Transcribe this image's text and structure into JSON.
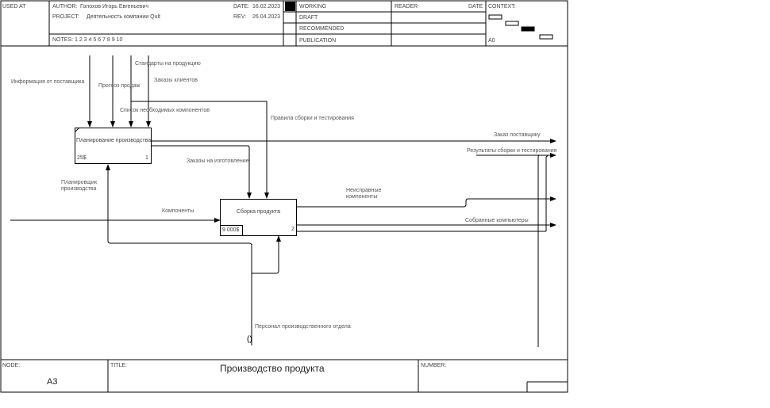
{
  "header": {
    "used_at": "USED AT",
    "author_label": "AUTHOR:",
    "author": "Голохов Игорь Евгеньевич",
    "project_label": "PROJECT:",
    "project": "Деятельность компании Qult",
    "date_label": "DATE:",
    "date": "16.02.2023",
    "rev_label": "REV:",
    "rev": "26.04.2023",
    "notes": "NOTES:  1  2  3  4  5  6  7  8  9  10",
    "status": [
      "WORKING",
      "DRAFT",
      "RECOMMENDED",
      "PUBLICATION"
    ],
    "reader_label": "READER",
    "reader_date_label": "DATE",
    "context_label": "CONTEXT:",
    "context_node": "A0"
  },
  "boxes": {
    "planning": {
      "title": "Планирование производства",
      "cost": "25$",
      "num": "1"
    },
    "assembly": {
      "title": "Сборка продукта",
      "cost": "9 000$",
      "num": "2"
    }
  },
  "arrows": {
    "supplier_info": "Информация от поставщика",
    "sales_forecast": "Прогноз продаж",
    "product_standards": "Стандарты на продукцию",
    "client_orders": "Заказы клиентов",
    "components_list": "Список необходимых компонентов",
    "assembly_rules": "Правила сборки и тестирования",
    "supplier_order": "Заказ поставщику",
    "test_results": "Результаты сборки и тестирования",
    "manufacturing_orders": "Заказы на изготовление",
    "planner": "Планировщик производства",
    "components": "Компоненты",
    "faulty_components": "Неисправные компоненты",
    "assembled_computers": "Собранные компьютеры",
    "personnel": "Персонал производственного отдела",
    "tunnel": "()"
  },
  "footer": {
    "node_label": "NODE:",
    "node": "A3",
    "title_label": "TITLE:",
    "title": "Производство продукта",
    "number_label": "NUMBER:"
  }
}
